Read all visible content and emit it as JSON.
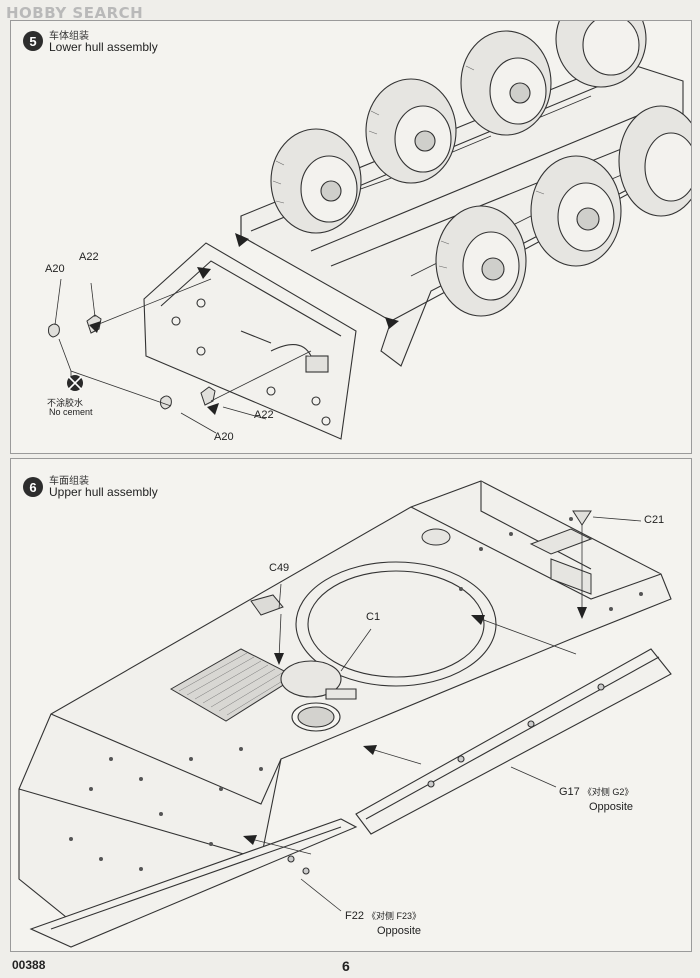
{
  "watermark": {
    "text": "HOBBY SEARCH"
  },
  "steps": [
    {
      "number": "5",
      "title_cn": "车体组装",
      "title_en": "Lower hull assembly"
    },
    {
      "number": "6",
      "title_cn": "车面组装",
      "title_en": "Upper hull assembly"
    }
  ],
  "step5_callouts": {
    "a22_top": "A22",
    "a20_left": "A20",
    "a22_bottom": "A22",
    "a20_bottom": "A20",
    "no_cement_cn": "不涂胶水",
    "no_cement_en": "No cement"
  },
  "step6_callouts": {
    "c21": "C21",
    "c49": "C49",
    "c1": "C1",
    "g17": "G17",
    "g17_cn": "《对侧 G2》",
    "g17_opposite": "Opposite",
    "f22": "F22",
    "f22_cn": "《对侧 F23》",
    "f22_opposite": "Opposite"
  },
  "footer": {
    "product_code": "00388",
    "page_number": "6"
  }
}
